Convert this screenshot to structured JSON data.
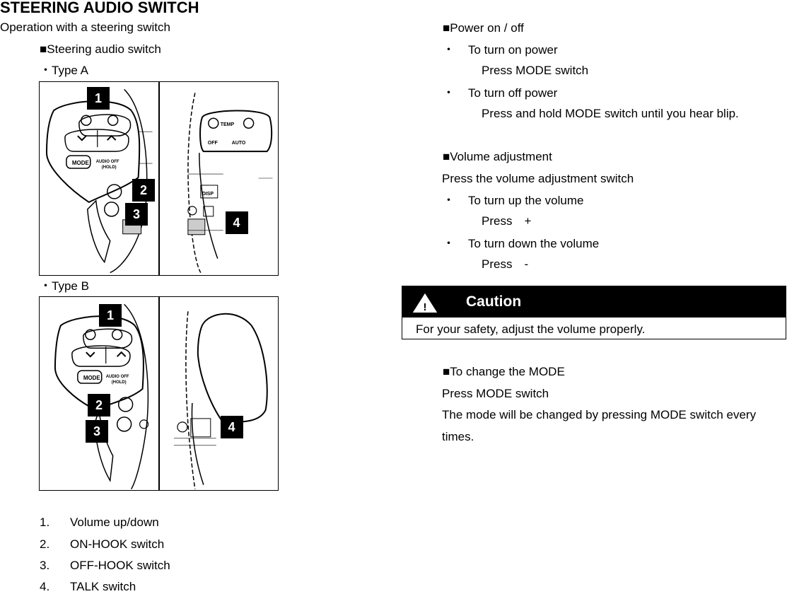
{
  "header": {
    "title": "STEERING AUDIO SWITCH",
    "subtitle": "Operation with a steering switch"
  },
  "left": {
    "section_heading": "■Steering audio switch",
    "type_a_label": "・Type A",
    "type_b_label": "・Type B",
    "figure_a": {
      "callouts": [
        "1",
        "2",
        "3",
        "4"
      ],
      "panel_text": [
        "MODE",
        "AUDIO OFF",
        "(HOLD)",
        "TEMP",
        "OFF",
        "AUTO",
        "DISP"
      ]
    },
    "figure_b": {
      "callouts": [
        "1",
        "2",
        "3",
        "4"
      ],
      "panel_text": [
        "MODE",
        "AUDIO OFF",
        "(HOLD)"
      ]
    },
    "legend": [
      {
        "num": "1.",
        "text": "Volume up/down"
      },
      {
        "num": "2.",
        "text": "ON-HOOK switch"
      },
      {
        "num": "3.",
        "text": "OFF-HOOK switch"
      },
      {
        "num": "4.",
        "text": "TALK switch"
      }
    ]
  },
  "right": {
    "power": {
      "heading": "■Power on / off",
      "bullet": "・",
      "on_label": "To turn on power",
      "on_action": "Press MODE switch",
      "off_label": "To turn off power",
      "off_action": "Press and hold MODE switch until you hear blip."
    },
    "volume": {
      "heading": "■Volume adjustment",
      "intro": "Press the volume adjustment switch",
      "bullet": "・",
      "up_label": "To turn up the volume",
      "up_action": "Press　+",
      "down_label": "To turn down the volume",
      "down_action": "Press　-"
    },
    "caution": {
      "icon_glyph": "!",
      "title": "Caution",
      "text": "For your safety, adjust the volume properly."
    },
    "mode": {
      "heading": "■To change the MODE",
      "line1": "Press MODE switch",
      "line2": "The mode will be changed by pressing MODE switch every",
      "line3": "times."
    }
  }
}
